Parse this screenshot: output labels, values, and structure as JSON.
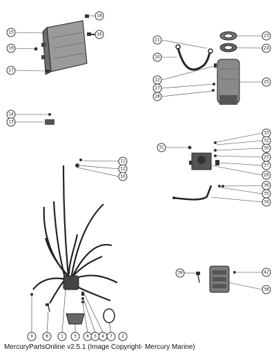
{
  "caption": "MercuryPartsOnline v2.5.1 (Image Copyright- Mercury Marine)",
  "callouts": [
    {
      "id": "c1",
      "label": "1"
    },
    {
      "id": "c2",
      "label": "2"
    },
    {
      "id": "c3",
      "label": "3"
    },
    {
      "id": "c4",
      "label": "4"
    },
    {
      "id": "c5",
      "label": "5"
    },
    {
      "id": "c6",
      "label": "6"
    },
    {
      "id": "c7",
      "label": "7"
    },
    {
      "id": "c8",
      "label": "8"
    },
    {
      "id": "c9",
      "label": "9"
    },
    {
      "id": "c10",
      "label": "10"
    },
    {
      "id": "c11",
      "label": "11"
    },
    {
      "id": "c12",
      "label": "12"
    },
    {
      "id": "c13",
      "label": "13"
    },
    {
      "id": "c14",
      "label": "14"
    },
    {
      "id": "c15",
      "label": "15"
    },
    {
      "id": "c16",
      "label": "16"
    },
    {
      "id": "c17",
      "label": "17"
    },
    {
      "id": "c18",
      "label": "18"
    },
    {
      "id": "c19",
      "label": "19"
    },
    {
      "id": "c20",
      "label": "20"
    },
    {
      "id": "c21",
      "label": "21"
    },
    {
      "id": "c22",
      "label": "22"
    },
    {
      "id": "c23",
      "label": "23"
    },
    {
      "id": "c24",
      "label": "24"
    },
    {
      "id": "c25a",
      "label": "25"
    },
    {
      "id": "c25b",
      "label": "25"
    },
    {
      "id": "c26",
      "label": "26"
    },
    {
      "id": "c27",
      "label": "27"
    },
    {
      "id": "c28",
      "label": "28"
    },
    {
      "id": "c30",
      "label": "30"
    },
    {
      "id": "c31",
      "label": "31"
    },
    {
      "id": "c32",
      "label": "32"
    },
    {
      "id": "c33",
      "label": "33"
    },
    {
      "id": "c34",
      "label": "34"
    },
    {
      "id": "c35",
      "label": "35"
    },
    {
      "id": "c36",
      "label": "36"
    },
    {
      "id": "c37",
      "label": "37"
    },
    {
      "id": "c38",
      "label": "38"
    },
    {
      "id": "c39",
      "label": "39"
    },
    {
      "id": "c42",
      "label": "42"
    }
  ]
}
